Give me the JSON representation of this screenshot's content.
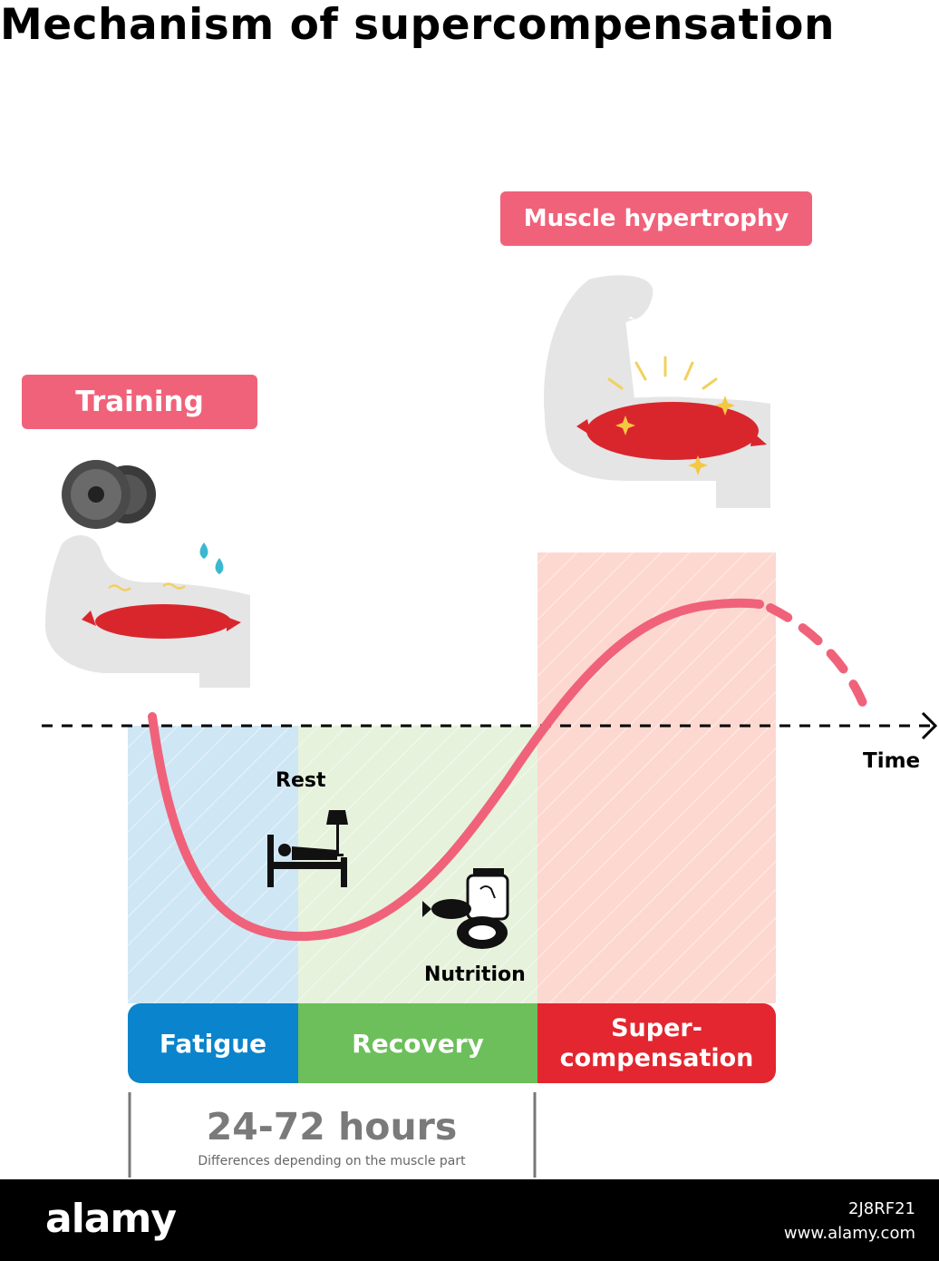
{
  "title": "Mechanism of supercompensation",
  "labels": {
    "training": "Training",
    "muscle_hypertrophy": "Muscle hypertrophy",
    "rest": "Rest",
    "nutrition": "Nutrition",
    "time": "Time"
  },
  "phases": {
    "fatigue": "Fatigue",
    "recovery": "Recovery",
    "super_line1": "Super-",
    "super_line2": "compensation"
  },
  "duration": {
    "hours": "24-72 hours",
    "note": "Differences depending on the muscle part"
  },
  "footer": {
    "logo": "alamy",
    "image_id": "2J8RF21",
    "url": "www.alamy.com"
  },
  "colors": {
    "pill": "#f0627a",
    "curve": "#f0627a",
    "fatigue": "#0a84cc",
    "fatigue_bg": "#cfe6f5",
    "recovery": "#6cbf5a",
    "recovery_bg": "#e6f2dc",
    "super": "#e3262f",
    "super_bg": "#fdd8d0",
    "muscle": "#d9262d",
    "arm": "#e5e5e5"
  },
  "icons": [
    "dumbbell-icon",
    "sweat-drops-icon",
    "flexed-arm-icon",
    "sparkle-icon",
    "bed-icon",
    "lamp-icon",
    "protein-jar-icon",
    "fish-icon",
    "steak-icon",
    "arrow-right-icon"
  ]
}
